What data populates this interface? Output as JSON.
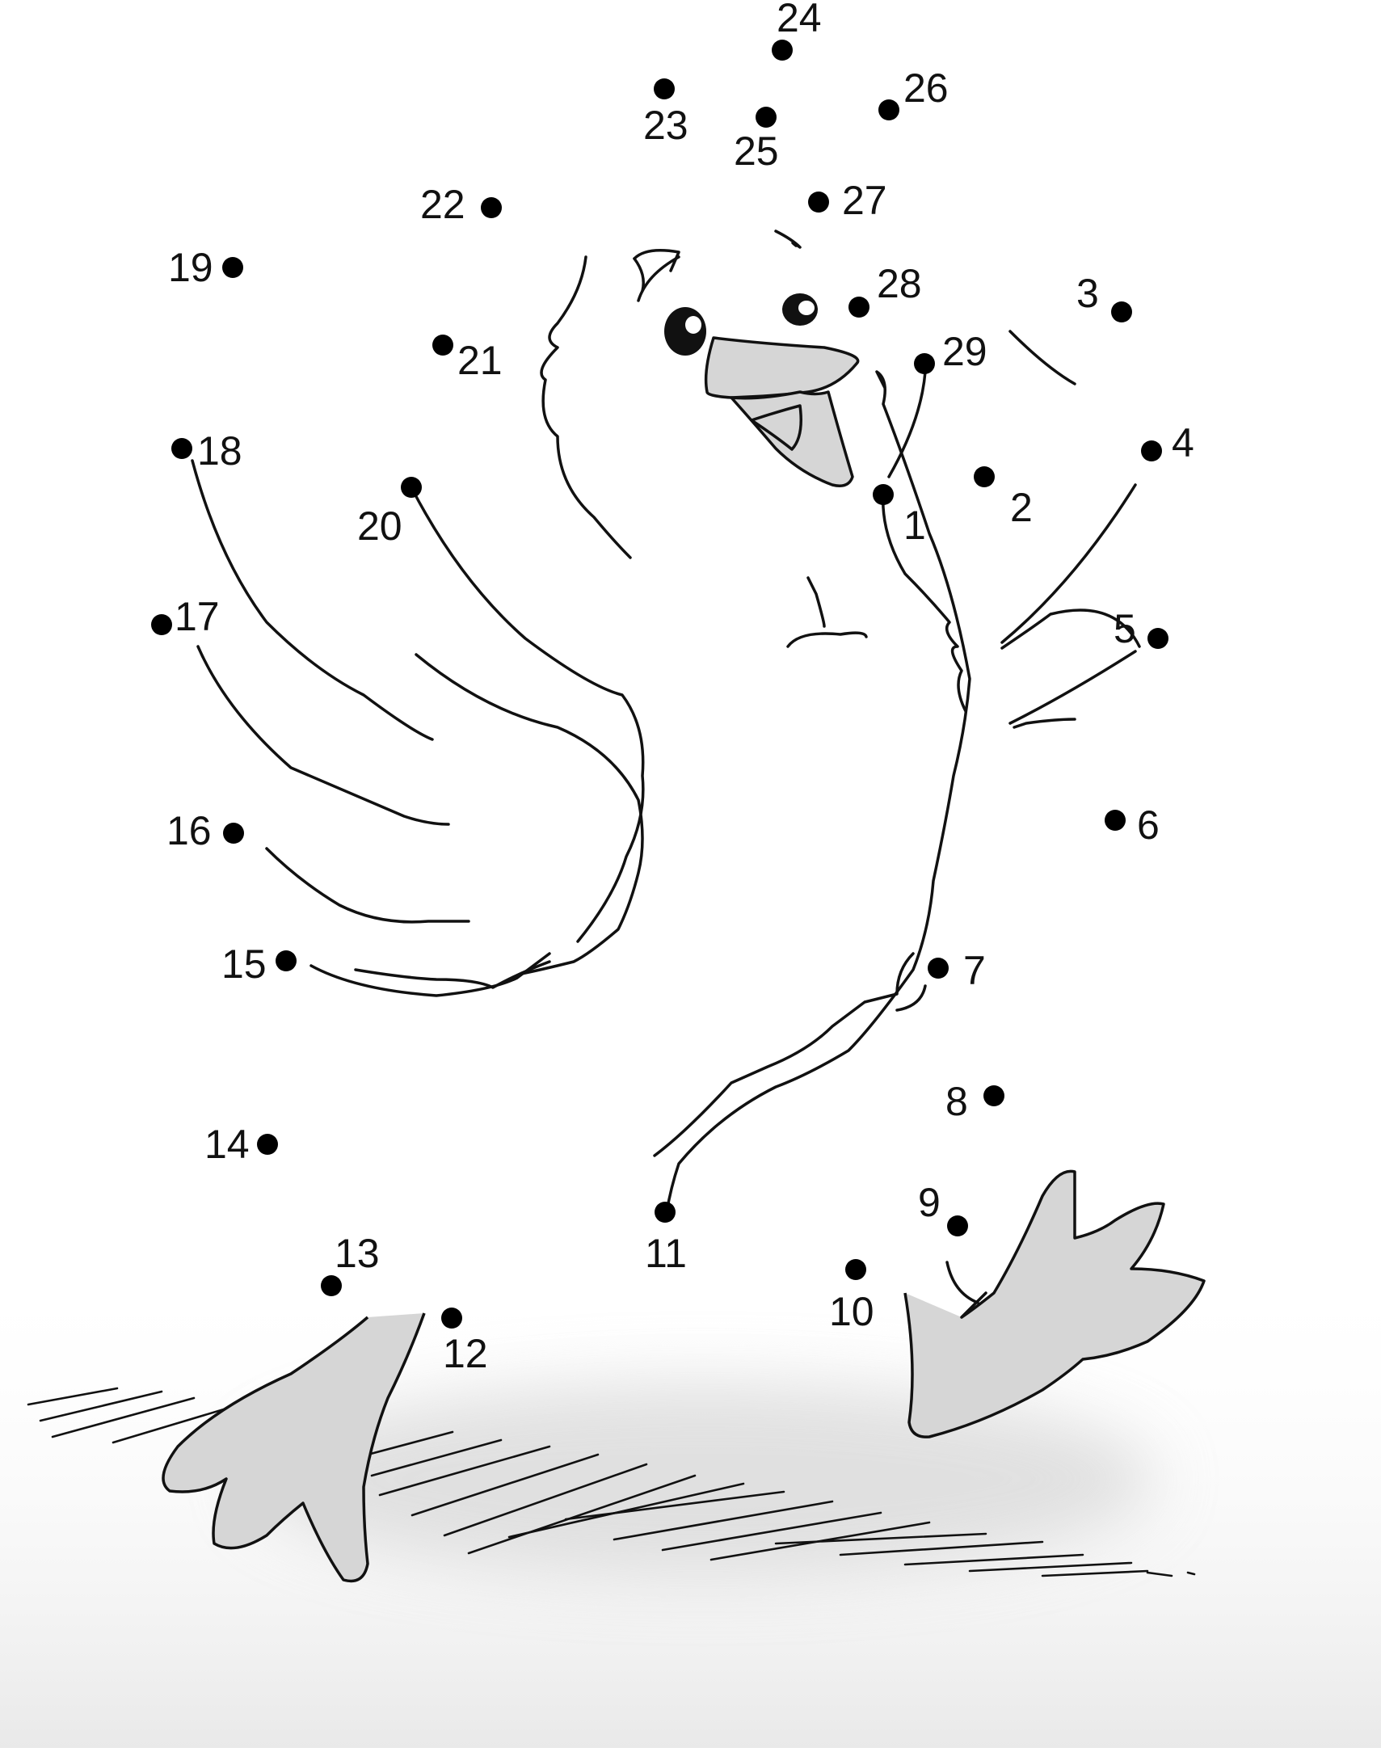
{
  "puzzle": {
    "dots": [
      {
        "n": "1"
      },
      {
        "n": "2"
      },
      {
        "n": "3"
      },
      {
        "n": "4"
      },
      {
        "n": "5"
      },
      {
        "n": "6"
      },
      {
        "n": "7"
      },
      {
        "n": "8"
      },
      {
        "n": "9"
      },
      {
        "n": "10"
      },
      {
        "n": "11"
      },
      {
        "n": "12"
      },
      {
        "n": "13"
      },
      {
        "n": "14"
      },
      {
        "n": "15"
      },
      {
        "n": "16"
      },
      {
        "n": "17"
      },
      {
        "n": "18"
      },
      {
        "n": "19"
      },
      {
        "n": "20"
      },
      {
        "n": "21"
      },
      {
        "n": "22"
      },
      {
        "n": "23"
      },
      {
        "n": "24"
      },
      {
        "n": "25"
      },
      {
        "n": "26"
      },
      {
        "n": "27"
      },
      {
        "n": "28"
      },
      {
        "n": "29"
      }
    ]
  },
  "colors": {
    "ink": "#111111",
    "fill_gray": "#d6d6d6",
    "shadow_gray": "#cfcfcf",
    "background": "#ffffff"
  }
}
